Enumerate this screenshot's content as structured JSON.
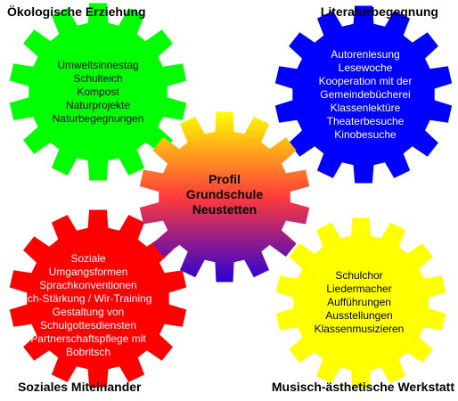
{
  "colors": {
    "green": "#00ff00",
    "blue": "#0000ff",
    "red": "#ff0000",
    "yellow": "#ffff00",
    "center_top": "#ffff00",
    "center_mid": "#ff3b3b",
    "center_bottom": "#2a00d8"
  },
  "gears": {
    "top_left": {
      "title": "Ökologische Erziehung",
      "items": [
        "Umweltsinnestag",
        "Schulteich",
        "Kompost",
        "Naturprojekte",
        "Naturbegegnungen"
      ]
    },
    "top_right": {
      "title": "Literaturbegegnung",
      "items": [
        "Autorenlesung",
        "Lesewoche",
        "Kooperation mit der",
        "Gemeindebücherei",
        "Klassenlektüre",
        "Theaterbesuche",
        "Kinobesuche"
      ]
    },
    "bottom_left": {
      "title": "Soziales Miteinander",
      "items": [
        "Soziale",
        "Umgangsformen",
        "Sprachkonventionen",
        "Ich-Stärkung / Wir-Training",
        "Gestaltung von",
        "Schulgottesdiensten",
        "Partnerschaftspflege mit",
        "Bobritsch"
      ]
    },
    "bottom_right": {
      "title": "Musisch-ästhetische Werkstatt",
      "items": [
        "Schulchor",
        "Liedermacher",
        "Aufführungen",
        "Ausstellungen",
        "Klassenmusizieren"
      ]
    },
    "center": {
      "lines": [
        "Profil",
        "Grundschule",
        "Neustetten"
      ]
    }
  }
}
